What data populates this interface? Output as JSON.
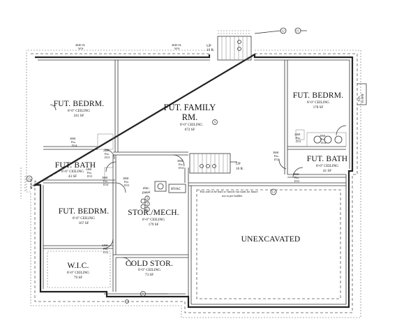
{
  "rooms": {
    "bed_left": {
      "name": "FUT. BEDRM.",
      "ceiling": "8'-0\" CEILING",
      "area": "241 SF"
    },
    "family": {
      "name_line1": "FUT. FAMILY",
      "name_line2": "RM.",
      "ceiling": "8'-0\" CEILING",
      "area": "672 SF"
    },
    "bed_right": {
      "name": "FUT. BEDRM.",
      "ceiling": "8'-0\" CEILING",
      "area": "178 SF"
    },
    "bath_left": {
      "name": "FUT. BATH",
      "ceiling": "8'-0\" CEILING",
      "area": "43 SF"
    },
    "bath_right": {
      "name": "FUT. BATH",
      "ceiling": "8'-0\" CEILING",
      "area": "41 SF"
    },
    "bed_lower": {
      "name": "FUT. BEDRM.",
      "ceiling": "8'-0\" CEILING",
      "area": "167 SF"
    },
    "stor_mech": {
      "name": "STOR./MECH.",
      "ceiling": "8'-0\" CEILING",
      "area": "179 SF"
    },
    "wic": {
      "name": "W.I.C.",
      "ceiling": "8'-0\" CEILING",
      "area": "79 SF"
    },
    "cold_stor": {
      "name": "COLD STOR.",
      "ceiling": "8'-0\" CEILING",
      "area": "73 SF"
    },
    "unexcavated": {
      "name": "UNEXCAVATED"
    }
  },
  "stairs": {
    "top": {
      "direction": "UP",
      "risers": "10 R."
    },
    "bottom": {
      "direction": "UP",
      "risers": "16 R."
    }
  },
  "equipment": {
    "hvac": "HVAC",
    "elec_panel_line1": "elec.",
    "elec_panel_line2": "panel"
  },
  "notes": {
    "wall_note_line1": "This wall to be built w/ knock-out studs for future",
    "wall_note_line2": "use as per builder"
  },
  "windows": {
    "top_left": {
      "line1": "4040 SL",
      "line2": "W/S"
    },
    "top_mid": {
      "line1": "4040 SL",
      "line2": "W/S"
    },
    "right": {
      "line1": "4040 SL",
      "line2": "W/S"
    },
    "left": {
      "line1": "4040 SL",
      "line2": "W/S"
    }
  },
  "doors": {
    "d1": {
      "line1": "3068",
      "line2": "Fin.",
      "line3": "D14"
    },
    "d2": {
      "line1": "2468",
      "line2": "Fin.",
      "line3": "D13"
    },
    "d3": {
      "line1": "3068",
      "line2": "Fin.",
      "line3": "D14"
    },
    "d4": {
      "line1": "3068",
      "line2": "Fin.",
      "line3": "D12"
    },
    "d5": {
      "line1": "3068",
      "line2": "Fin.",
      "line3": "D14"
    },
    "d6": {
      "line1": "2468",
      "line2": "Fin.",
      "line3": "D13"
    },
    "d7": {
      "line1": "3068",
      "line2": "Fin.",
      "line3": "D13"
    },
    "d8": {
      "line1": "3068",
      "line2": "Fin.",
      "line3": "D14"
    },
    "d9": {
      "line1": "2468",
      "line2": "Fin.",
      "line3": "D12"
    },
    "d10": {
      "line1": "3068",
      "line2": "Fin.",
      "line3": "D13"
    },
    "d11": {
      "line1": "2468",
      "line2": "Fin.",
      "line3": "D13"
    }
  },
  "tags": {
    "t1": "12",
    "t2": "11",
    "t3": "15",
    "t4": "9",
    "t5": "10",
    "t6": "13",
    "t7": "3",
    "t8": "2",
    "t9": "1",
    "t10": "5",
    "t11": "11"
  }
}
